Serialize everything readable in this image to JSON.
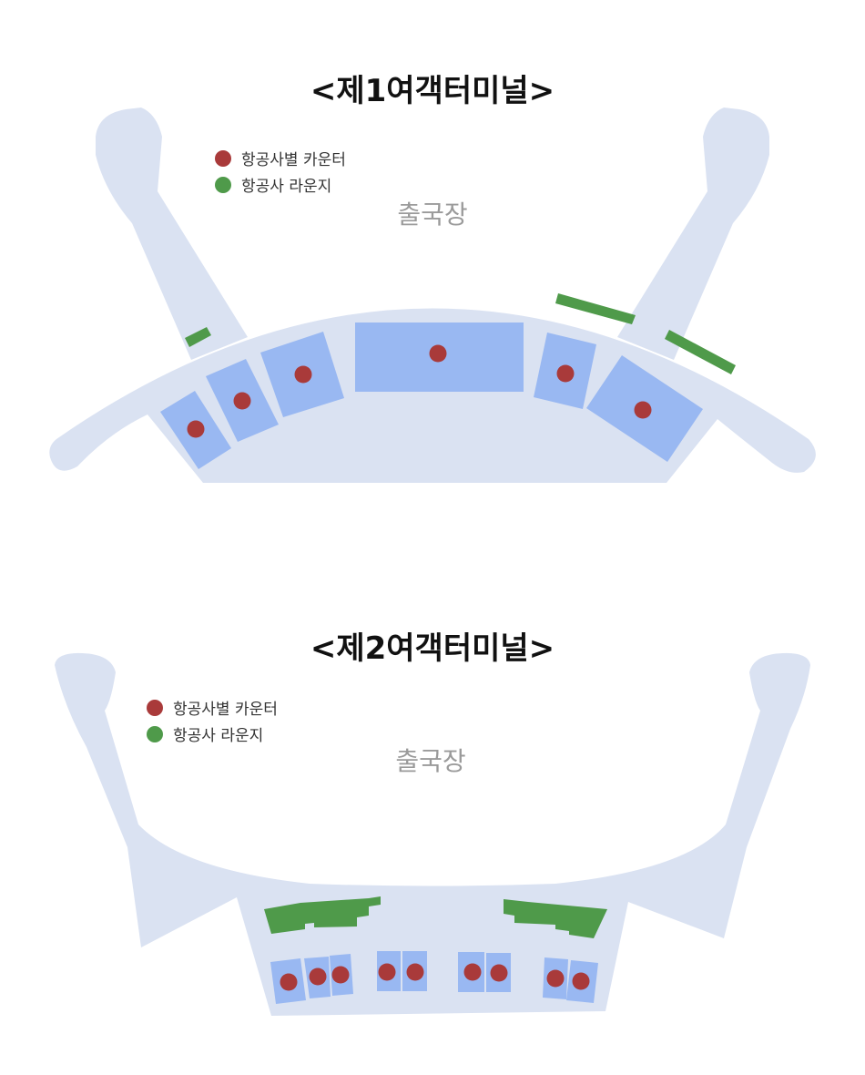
{
  "colors": {
    "building": "#dae2f2",
    "zone": "#99b8f2",
    "counter_dot": "#a93a3a",
    "lounge": "#4f9a4a",
    "area_label": "#9a9a9a"
  },
  "terminal1": {
    "title": "<제1여객터미널>",
    "legend": [
      {
        "label": "항공사별 카운터",
        "color": "#a93a3a"
      },
      {
        "label": "항공사 라운지",
        "color": "#4f9a4a"
      }
    ],
    "area_label": "출국장"
  },
  "terminal2": {
    "title": "<제2여객터미널>",
    "legend": [
      {
        "label": "항공사별 카운터",
        "color": "#a93a3a"
      },
      {
        "label": "항공사 라운지",
        "color": "#4f9a4a"
      }
    ],
    "area_label": "출국장"
  }
}
